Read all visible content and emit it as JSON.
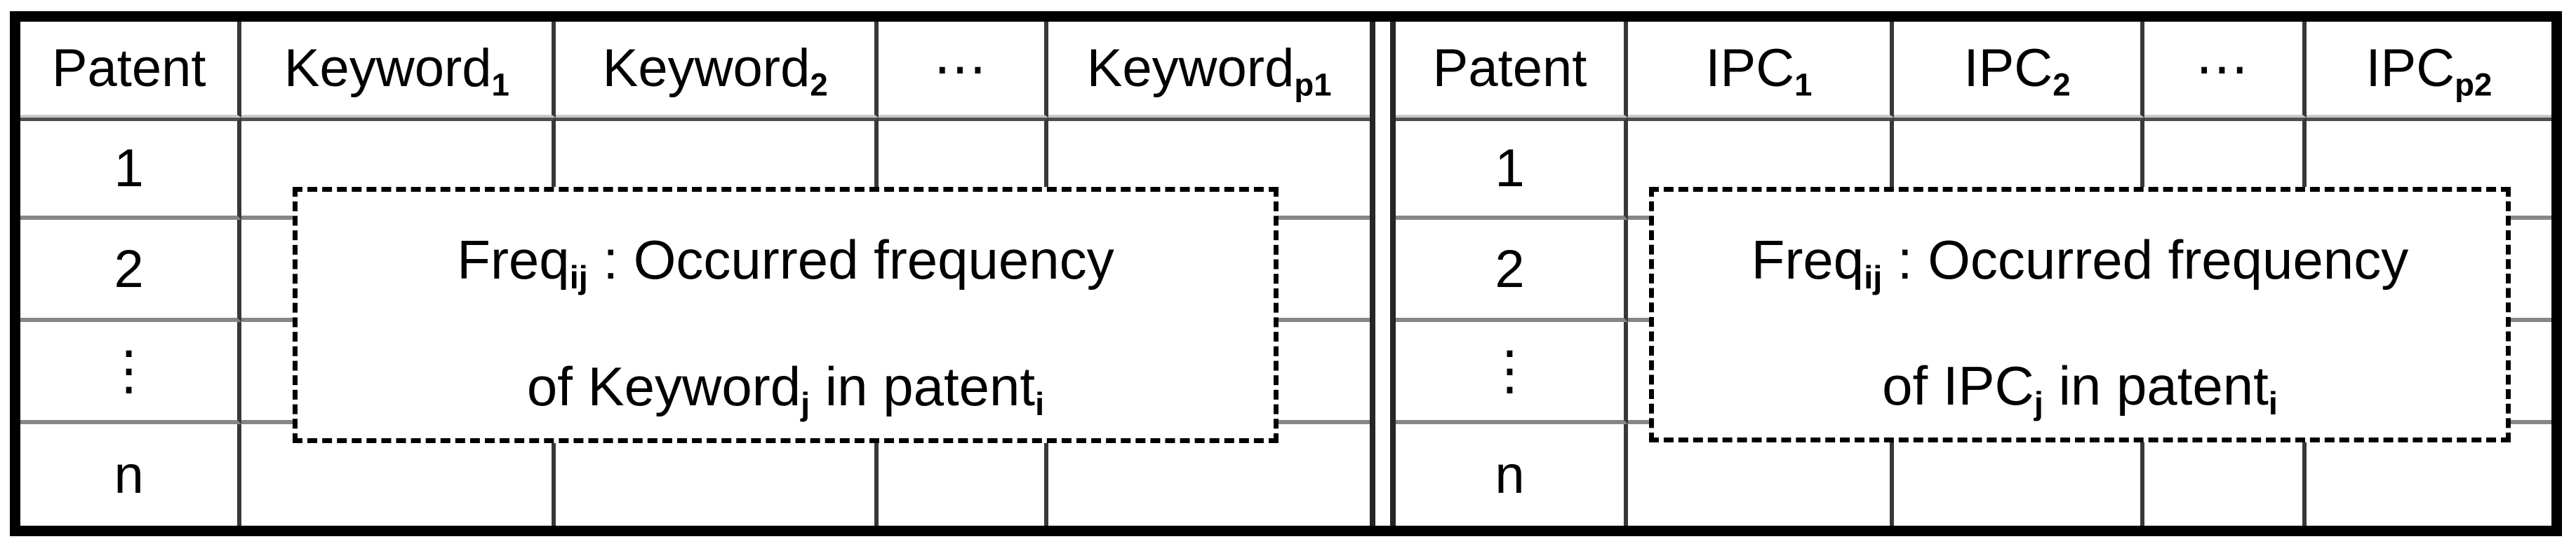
{
  "figure": {
    "left_table": {
      "headers": {
        "patent": "Patent",
        "k1_base": "Keyword",
        "k1_sub": "1",
        "k2_base": "Keyword",
        "k2_sub": "2",
        "ellipsis": "⋯",
        "kp_base": "Keyword",
        "kp_sub": "p1"
      },
      "row_labels": [
        "1",
        "2",
        "⋮",
        "n"
      ],
      "note": {
        "freq_base": "Freq",
        "freq_sub": "ij",
        "line1_rest": " : Occurred frequency",
        "line2_pre": "of Keyword",
        "line2_sub1": "j",
        "line2_mid": " in patent",
        "line2_sub2": "i"
      }
    },
    "right_table": {
      "headers": {
        "patent": "Patent",
        "c1_base": "IPC",
        "c1_sub": "1",
        "c2_base": "IPC",
        "c2_sub": "2",
        "ellipsis": "⋯",
        "cp_base": "IPC",
        "cp_sub": "p2"
      },
      "row_labels": [
        "1",
        "2",
        "⋮",
        "n"
      ],
      "note": {
        "freq_base": "Freq",
        "freq_sub": "ij",
        "line1_rest": " : Occurred frequency",
        "line2_pre": "of IPC",
        "line2_sub1": "j",
        "line2_mid": " in patent",
        "line2_sub2": "i"
      }
    },
    "colors": {
      "frame": "#000000",
      "column_line": "#383838",
      "row_line": "#868686",
      "header_line_light": "#c8c8c8",
      "header_line_dark": "#4f4f4f",
      "background": "#ffffff",
      "text": "#000000"
    }
  }
}
